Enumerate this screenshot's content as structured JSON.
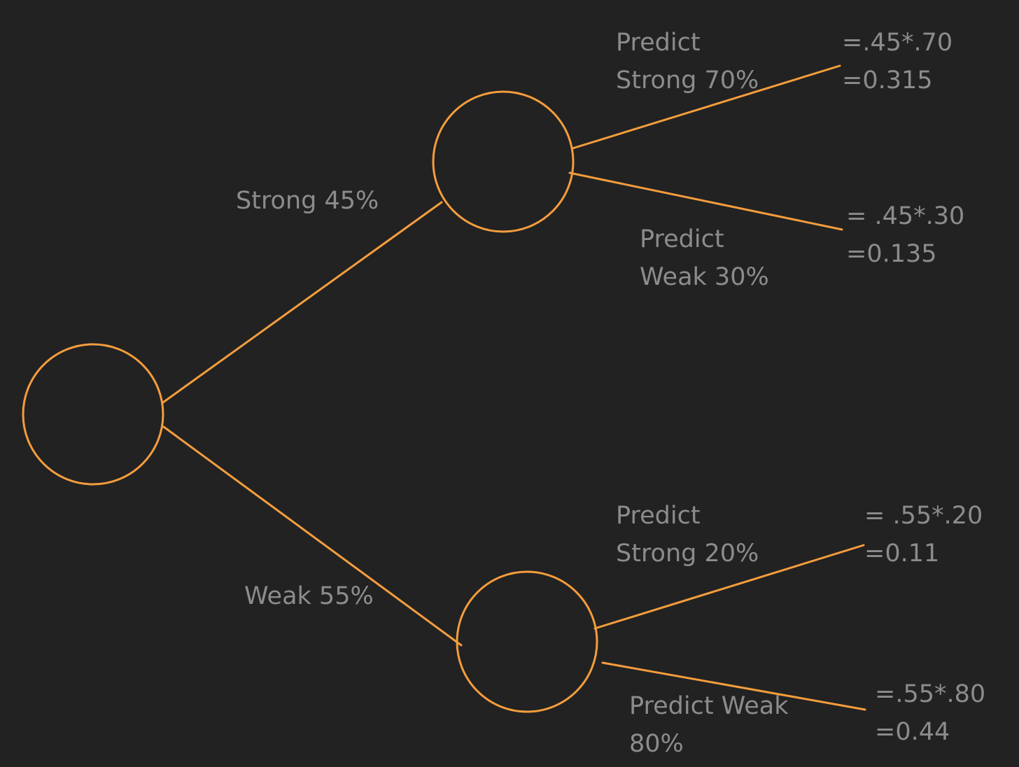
{
  "colors": {
    "background": "#222222",
    "line": "#f59d3d",
    "text": "#8c8c8c"
  },
  "branches": {
    "strong": {
      "label": "Strong 45%"
    },
    "weak": {
      "label": "Weak 55%"
    }
  },
  "outcomes": {
    "strong_predict_strong": {
      "label_line1": "Predict",
      "label_line2": "Strong 70%",
      "formula": "=.45*.70",
      "result": "=0.315"
    },
    "strong_predict_weak": {
      "label_line1": "Predict",
      "label_line2": "Weak 30%",
      "formula": "= .45*.30",
      "result": "=0.135"
    },
    "weak_predict_strong": {
      "label_line1": "Predict",
      "label_line2": "Strong 20%",
      "formula": "= .55*.20",
      "result": "=0.11"
    },
    "weak_predict_weak": {
      "label_line1": "Predict Weak",
      "label_line2": "80%",
      "formula": "=.55*.80",
      "result": "=0.44"
    }
  }
}
